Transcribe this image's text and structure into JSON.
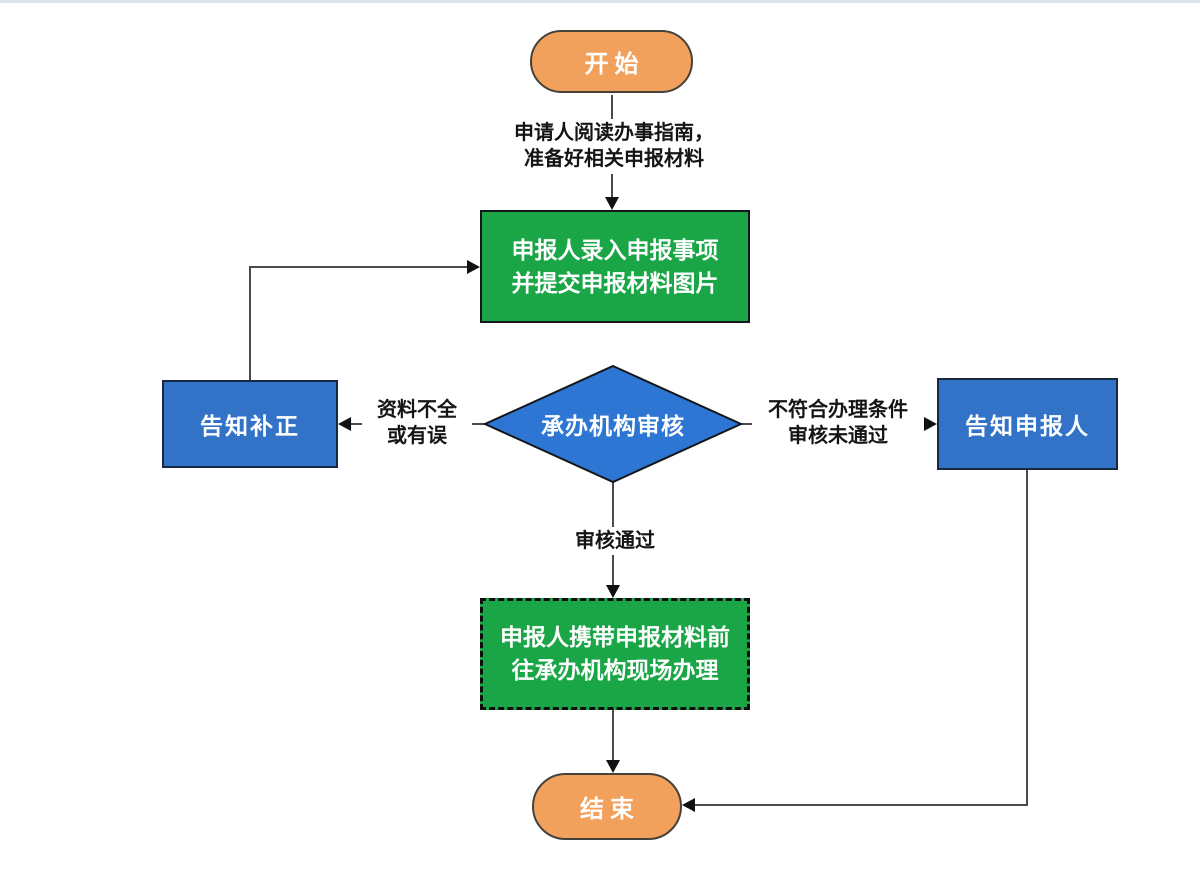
{
  "page": {
    "background": "#ffffff",
    "top_strip_color": "#dbe7ee"
  },
  "colors": {
    "terminator_fill": "#F2A15C",
    "process_fill": "#1AA546",
    "decision_fill": "#2E76D4",
    "blue_box_fill": "#3273C8",
    "connector": "#4a4a4d",
    "arrowhead": "#111111",
    "node_text": "#ffffff",
    "label_text": "#151515"
  },
  "nodes": {
    "start": {
      "label": "开始",
      "shape": "terminator"
    },
    "submit": {
      "line1": "申报人录入申报事项",
      "line2": "并提交申报材料图片",
      "shape": "process"
    },
    "review": {
      "label": "承办机构审核",
      "shape": "decision"
    },
    "notify_correction": {
      "label": "告知补正",
      "shape": "process-blue"
    },
    "notify_applicant": {
      "label": "告知申报人",
      "shape": "process-blue"
    },
    "onsite": {
      "line1": "申报人携带申报材料前",
      "line2": "往承办机构现场办理",
      "shape": "process-dashed"
    },
    "end": {
      "label": "结束",
      "shape": "terminator"
    }
  },
  "edge_labels": {
    "prepare": {
      "line1": "申请人阅读办事指南，",
      "line2": "准备好相关申报材料"
    },
    "incomplete": {
      "line1": "资料不全",
      "line2": "或有误"
    },
    "rejected": {
      "line1": "不符合办理条件",
      "line2": "审核未通过"
    },
    "approved": {
      "label": "审核通过"
    }
  },
  "edges": [
    {
      "from": "start",
      "to": "submit",
      "label": "申请人阅读办事指南，准备好相关申报材料"
    },
    {
      "from": "submit",
      "to": "review",
      "label": ""
    },
    {
      "from": "review",
      "to": "notify_correction",
      "label": "资料不全或有误"
    },
    {
      "from": "notify_correction",
      "to": "submit",
      "label": ""
    },
    {
      "from": "review",
      "to": "notify_applicant",
      "label": "不符合办理条件审核未通过"
    },
    {
      "from": "review",
      "to": "onsite",
      "label": "审核通过"
    },
    {
      "from": "onsite",
      "to": "end",
      "label": ""
    },
    {
      "from": "notify_applicant",
      "to": "end",
      "label": ""
    }
  ]
}
